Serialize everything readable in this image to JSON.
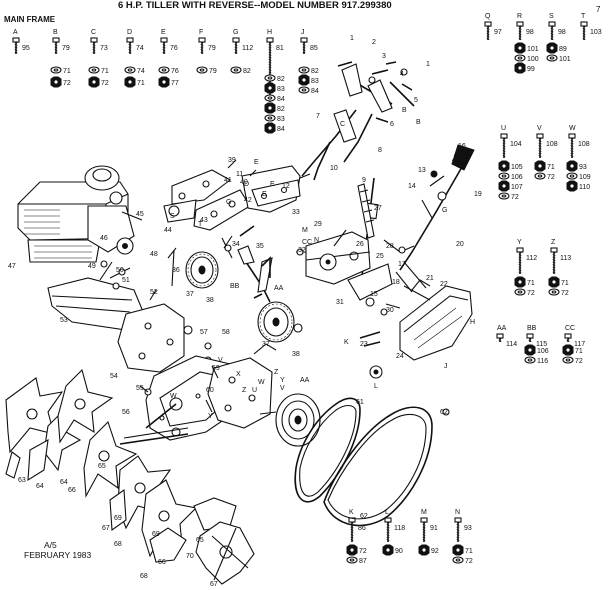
{
  "header": {
    "title": "6 H.P. TILLER WITH REVERSE--MODEL NUMBER 917.299380",
    "page_mark": "7",
    "section": "MAIN FRAME"
  },
  "footer": {
    "code": "A/5",
    "date": "FEBRUARY 1983"
  },
  "hardware_columns": [
    {
      "letter": "A",
      "part": "95"
    },
    {
      "letter": "B",
      "part": "79",
      "washers": [
        "71",
        "72"
      ]
    },
    {
      "letter": "C",
      "part": "73",
      "washers": [
        "71",
        "72"
      ]
    },
    {
      "letter": "D",
      "part": "74",
      "washers": [
        "74",
        "71"
      ]
    },
    {
      "letter": "E",
      "part": "76",
      "washers": [
        "76",
        "77"
      ]
    },
    {
      "letter": "F",
      "part": "79",
      "washers": [
        "79"
      ]
    },
    {
      "letter": "G",
      "part": "112",
      "washers": [
        "82"
      ]
    },
    {
      "letter": "H",
      "part": "81",
      "washers": [
        "82",
        "83",
        "84",
        "82",
        "83",
        "84"
      ]
    },
    {
      "letter": "J",
      "part": "85",
      "washers": [
        "82",
        "83",
        "84"
      ]
    }
  ],
  "right_groups": {
    "top": [
      {
        "letter": "Q",
        "part": "97"
      },
      {
        "letter": "R",
        "part": "98",
        "washers": [
          "101",
          "100",
          "99"
        ]
      },
      {
        "letter": "S",
        "part": "98",
        "washers": [
          "89",
          "101"
        ]
      },
      {
        "letter": "T",
        "part": "103"
      }
    ],
    "mid": [
      {
        "letter": "U",
        "part": "104",
        "washers": [
          "105",
          "106",
          "107",
          "72"
        ]
      },
      {
        "letter": "V",
        "part": "108",
        "washers": [
          "71",
          "72"
        ]
      },
      {
        "letter": "W",
        "part": "108",
        "washers": [
          "93",
          "109",
          "110"
        ]
      }
    ],
    "lower": [
      {
        "letter": "Y",
        "part": "112",
        "washers": [
          "71",
          "72"
        ]
      },
      {
        "letter": "Z",
        "part": "113",
        "washers": [
          "71",
          "72"
        ]
      }
    ],
    "aa_bb_cc": [
      {
        "letter": "AA",
        "part": "114"
      },
      {
        "letter": "BB",
        "part": "115",
        "washers": [
          "106",
          "116"
        ]
      },
      {
        "letter": "CC",
        "part": "117",
        "washers": [
          "71",
          "72"
        ]
      }
    ],
    "bottom": [
      {
        "letter": "K",
        "part": "86",
        "washers": [
          "72",
          "87"
        ]
      },
      {
        "letter": "L",
        "part": "118",
        "washers": [
          "90"
        ]
      },
      {
        "letter": "M",
        "part": "91",
        "washers": [
          "92"
        ]
      },
      {
        "letter": "N",
        "part": "93",
        "washers": [
          "71",
          "72"
        ]
      }
    ]
  },
  "callouts": {
    "handle": [
      "1",
      "2",
      "3",
      "4",
      "1",
      "5",
      "6",
      "7",
      "8",
      "B",
      "B",
      "C",
      "9",
      "10",
      "11",
      "E",
      "12",
      "E",
      "E",
      "D",
      "G",
      "13",
      "14",
      "16",
      "19",
      "G",
      "20",
      "21",
      "22",
      "H",
      "J",
      "K",
      "L",
      "23",
      "24",
      "25",
      "26",
      "27",
      "28",
      "29",
      "M",
      "N",
      "CC",
      "30",
      "31",
      "32",
      "33",
      "15",
      "17",
      "18"
    ],
    "engine": [
      "39",
      "40",
      "41",
      "42",
      "43",
      "44",
      "45",
      "46",
      "47",
      "48",
      "49",
      "50",
      "51",
      "52",
      "53",
      "T",
      "S"
    ],
    "wheels": [
      "34",
      "35",
      "36",
      "37",
      "38",
      "BB",
      "AA",
      "37",
      "38",
      "Y",
      "W",
      "Z",
      "V",
      "AA"
    ],
    "belts": [
      "61",
      "62"
    ],
    "frame": [
      "54",
      "55",
      "56",
      "57",
      "58",
      "59",
      "60",
      "Y",
      "W",
      "U",
      "X",
      "V",
      "Z"
    ],
    "tines": [
      "63",
      "64",
      "65",
      "66",
      "67",
      "68",
      "69",
      "70",
      "64",
      "65",
      "66",
      "67",
      "68",
      "69",
      "62"
    ]
  }
}
